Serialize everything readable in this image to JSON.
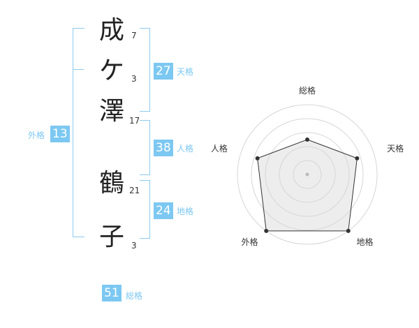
{
  "characters": [
    {
      "char": "成",
      "strokes": "7"
    },
    {
      "char": "ケ",
      "strokes": "3"
    },
    {
      "char": "澤",
      "strokes": "17"
    },
    {
      "char": "鶴",
      "strokes": "21"
    },
    {
      "char": "子",
      "strokes": "3"
    }
  ],
  "scores": {
    "tenkaku": {
      "value": "27",
      "label": "天格"
    },
    "jinkaku": {
      "value": "38",
      "label": "人格"
    },
    "chikaku": {
      "value": "24",
      "label": "地格"
    },
    "gaikaku": {
      "value": "13",
      "label": "外格"
    },
    "soukaku": {
      "value": "51",
      "label": "総格"
    }
  },
  "colors": {
    "accent": "#7cc8f2",
    "bracket": "#8ccbf0",
    "radar_fill": "#f0f0f0",
    "radar_line": "#333333"
  },
  "chart_data": {
    "type": "radar",
    "axes": [
      "総格",
      "天格",
      "地格",
      "外格",
      "人格"
    ],
    "values": [
      0.5,
      0.75,
      1.0,
      1.0,
      0.75
    ],
    "max": 1.0,
    "rings": 5
  }
}
